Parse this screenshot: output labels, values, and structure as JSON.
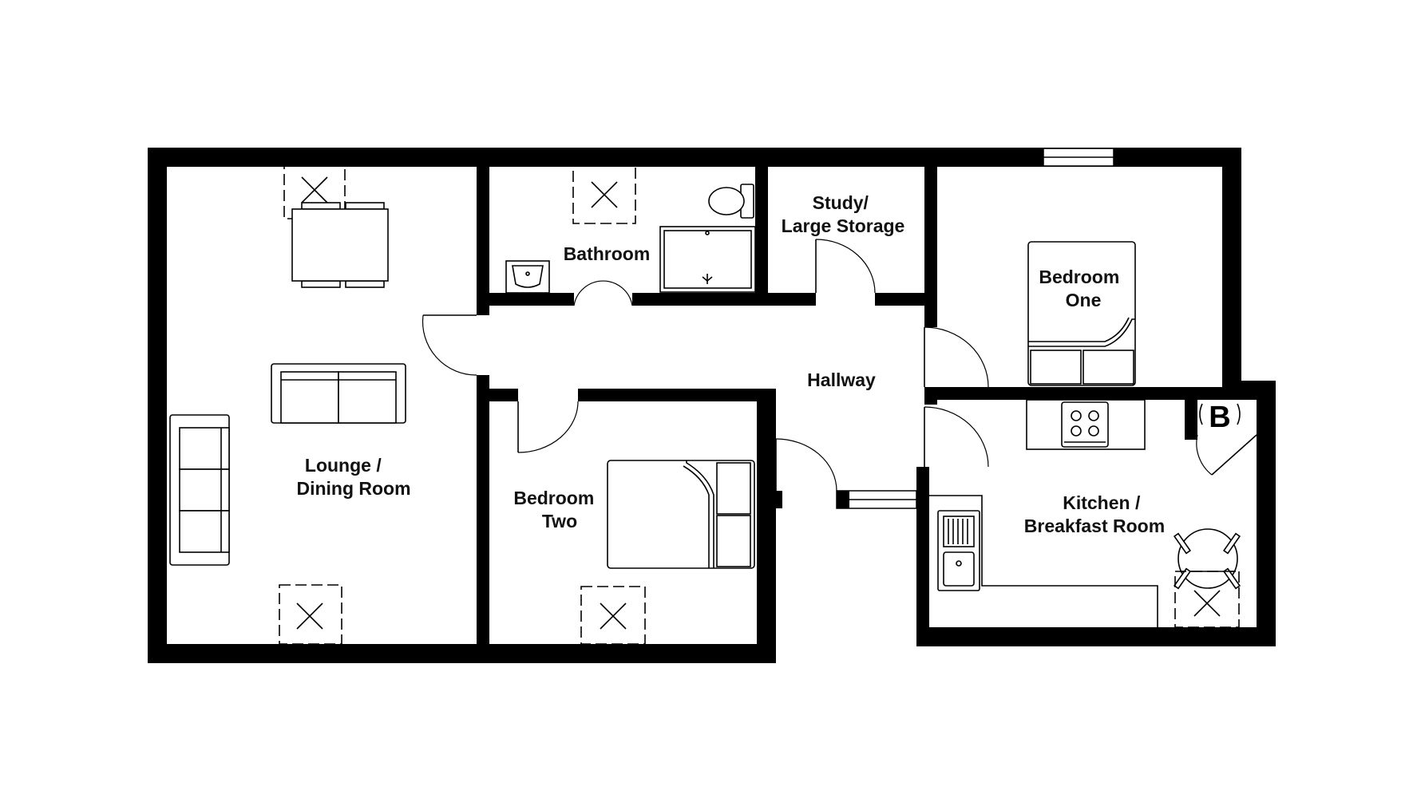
{
  "rooms": {
    "lounge": [
      "Lounge /",
      "Dining Room"
    ],
    "bathroom": [
      "Bathroom"
    ],
    "study": [
      "Study/",
      "Large Storage"
    ],
    "bedroom_one": [
      "Bedroom",
      "One"
    ],
    "hallway": [
      "Hallway"
    ],
    "bedroom_two": [
      "Bedroom",
      "Two"
    ],
    "kitchen": [
      "Kitchen /",
      "Breakfast Room"
    ]
  },
  "boiler_label": "B"
}
